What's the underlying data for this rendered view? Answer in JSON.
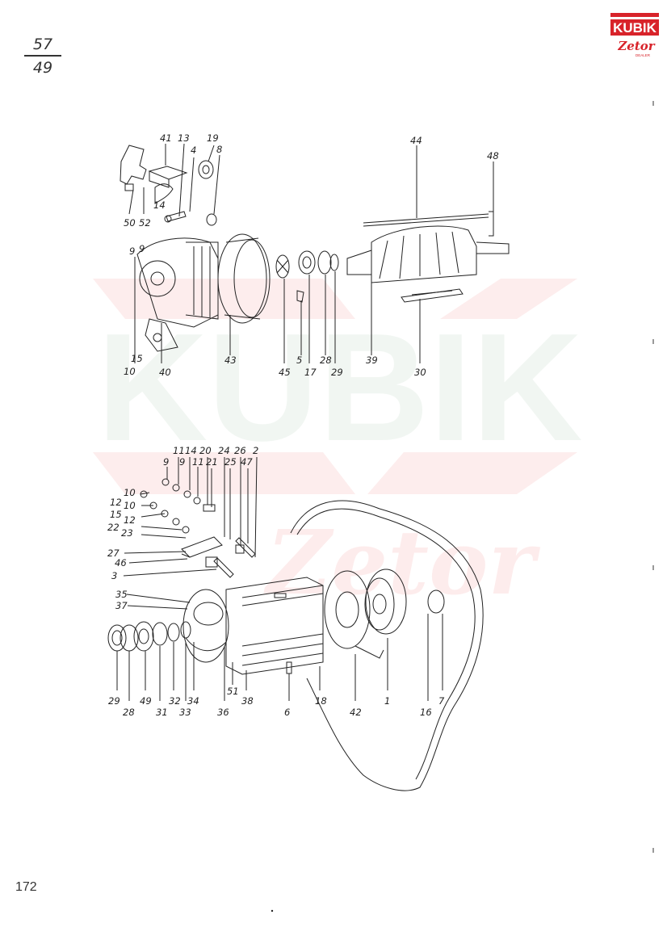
{
  "header": {
    "fraction_top": "57",
    "fraction_bottom": "49"
  },
  "logo": {
    "brand": "KUBIK",
    "sub": "Zetor",
    "tag": "DEALER",
    "colors": {
      "red": "#d8232a",
      "white": "#ffffff"
    }
  },
  "page_number": "172",
  "upper_assembly": {
    "callouts": [
      "41",
      "13",
      "4",
      "19",
      "8",
      "44",
      "48",
      "50",
      "52",
      "14",
      "9",
      "9",
      "15",
      "10",
      "40",
      "43",
      "45",
      "5",
      "17",
      "28",
      "29",
      "39",
      "30"
    ]
  },
  "lower_assembly": {
    "callouts": [
      "11",
      "14",
      "20",
      "24",
      "26",
      "2",
      "9",
      "9",
      "11",
      "21",
      "25",
      "47",
      "10",
      "12",
      "10",
      "15",
      "12",
      "22",
      "23",
      "27",
      "46",
      "3",
      "35",
      "37",
      "29",
      "28",
      "49",
      "31",
      "32",
      "34",
      "33",
      "36",
      "51",
      "38",
      "6",
      "18",
      "42",
      "1",
      "16",
      "7"
    ]
  },
  "colors": {
    "ink": "#222222",
    "watermark_red": "#ee3b3b",
    "watermark_green": "#2e7d3e"
  }
}
